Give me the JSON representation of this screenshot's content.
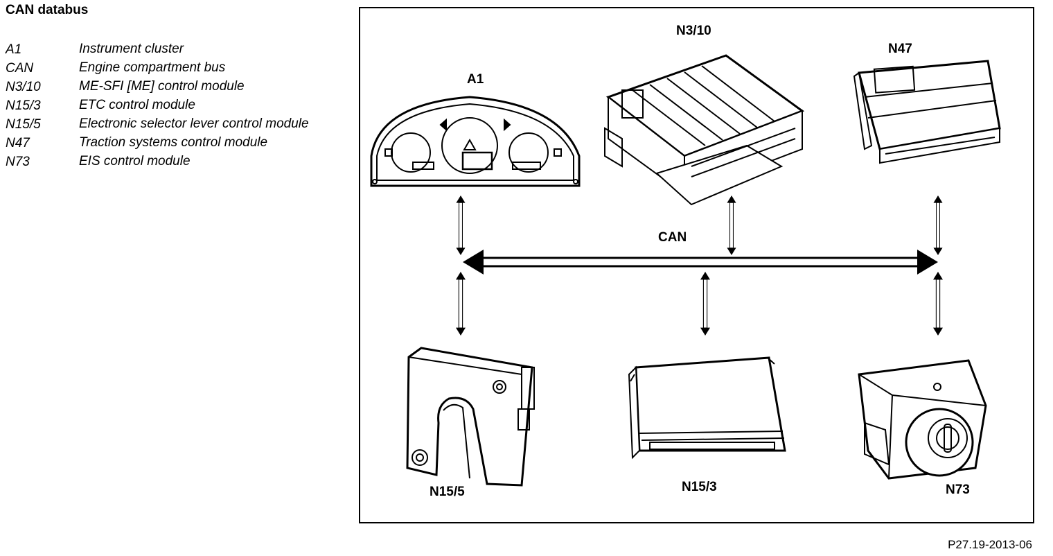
{
  "page_title": "CAN databus",
  "legend": [
    {
      "code": "A1",
      "description": "Instrument cluster"
    },
    {
      "code": "CAN",
      "description": "Engine compartment bus"
    },
    {
      "code": "N3/10",
      "description": "ME-SFI [ME] control module"
    },
    {
      "code": "N15/3",
      "description": "ETC control module"
    },
    {
      "code": "N15/5",
      "description": "Electronic selector lever control module"
    },
    {
      "code": "N47",
      "description": "Traction systems control module"
    },
    {
      "code": "N73",
      "description": "EIS control module"
    }
  ],
  "diagram": {
    "bus_label": "CAN",
    "labels": {
      "a1": "A1",
      "n3_10": "N3/10",
      "n47": "N47",
      "n15_5": "N15/5",
      "n15_3": "N15/3",
      "n73": "N73"
    }
  },
  "figure_ref": "P27.19-2013-06"
}
